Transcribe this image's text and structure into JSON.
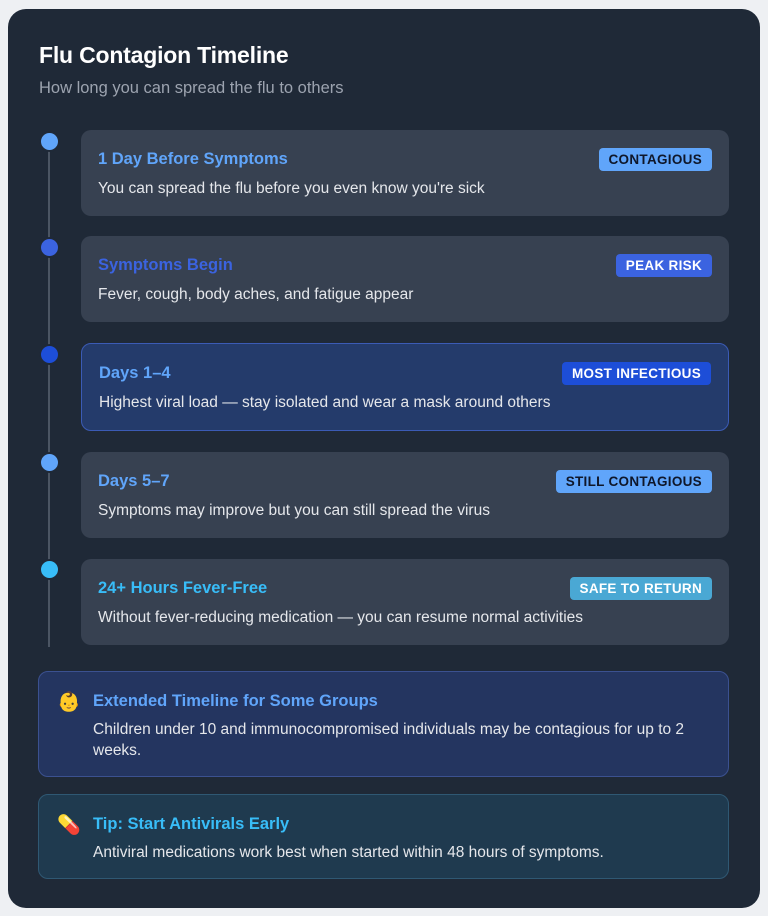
{
  "header": {
    "title": "Flu Contagion Timeline",
    "subtitle": "How long you can spread the flu to others"
  },
  "timeline": [
    {
      "title": "1 Day Before Symptoms",
      "badge": "CONTAGIOUS",
      "description": "You can spread the flu before you even know you're sick",
      "dot_color": "#60a5fa",
      "title_color": "#60a5fa",
      "badge_bg": "#60a5fa",
      "badge_color": "#0f172a"
    },
    {
      "title": "Symptoms Begin",
      "badge": "PEAK RISK",
      "description": "Fever, cough, body aches, and fatigue appear",
      "dot_color": "#3b63e0",
      "title_color": "#3b63e0",
      "badge_bg": "#3b63e0",
      "badge_color": "#ffffff"
    },
    {
      "title": "Days 1–4",
      "badge": "MOST INFECTIOUS",
      "description": "Highest viral load — stay isolated and wear a mask around others",
      "dot_color": "#1d4ed8",
      "title_color": "#60a5fa",
      "badge_bg": "#1d4ed8",
      "badge_color": "#ffffff"
    },
    {
      "title": "Days 5–7",
      "badge": "STILL CONTAGIOUS",
      "description": "Symptoms may improve but you can still spread the virus",
      "dot_color": "#60a5fa",
      "title_color": "#60a5fa",
      "badge_bg": "#60a5fa",
      "badge_color": "#0f172a"
    },
    {
      "title": "24+ Hours Fever-Free",
      "badge": "SAFE TO RETURN",
      "description": "Without fever-reducing medication — you can resume normal activities",
      "dot_color": "#38bdf8",
      "title_color": "#38bdf8",
      "badge_bg": "#4aa8d4",
      "badge_color": "#ffffff"
    }
  ],
  "notes": [
    {
      "icon": "baby-icon",
      "glyph": "👶",
      "title": "Extended Timeline for Some Groups",
      "text": "Children under 10 and immunocompromised individuals may be contagious for up to 2 weeks.",
      "title_color": "#60a5fa"
    },
    {
      "icon": "pill-icon",
      "glyph": "💊",
      "title": "Tip: Start Antivirals Early",
      "text": "Antiviral medications work best when started within 48 hours of symptoms.",
      "title_color": "#38bdf8"
    }
  ]
}
